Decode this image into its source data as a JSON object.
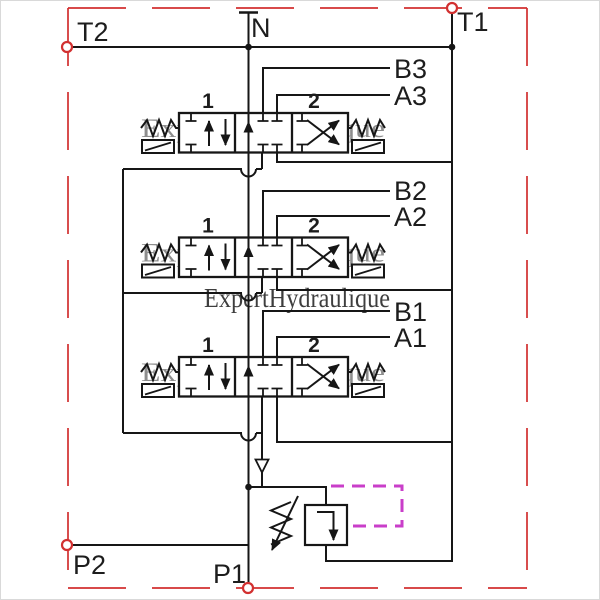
{
  "schematic": {
    "description": "3-spool hydraulic directional control valve circuit",
    "top_ports": {
      "t2": "T2",
      "n": "N",
      "t1": "T1"
    },
    "work_ports": {
      "b3": "B3",
      "a3": "A3",
      "b2": "B2",
      "a2": "A2",
      "b1": "B1",
      "a1": "A1"
    },
    "bottom_ports": {
      "p2": "P2",
      "p1": "P1"
    },
    "spool_position_labels": {
      "pos1": "1",
      "pos2": "2"
    },
    "watermark": {
      "text": "ExpertHydraulique"
    },
    "colors": {
      "line": "#161616",
      "border_red": "#d23030",
      "pilot_magenta": "#c93ec9",
      "watermark_main": "#a88fd8",
      "watermark_pink": "#e96fc6"
    }
  }
}
